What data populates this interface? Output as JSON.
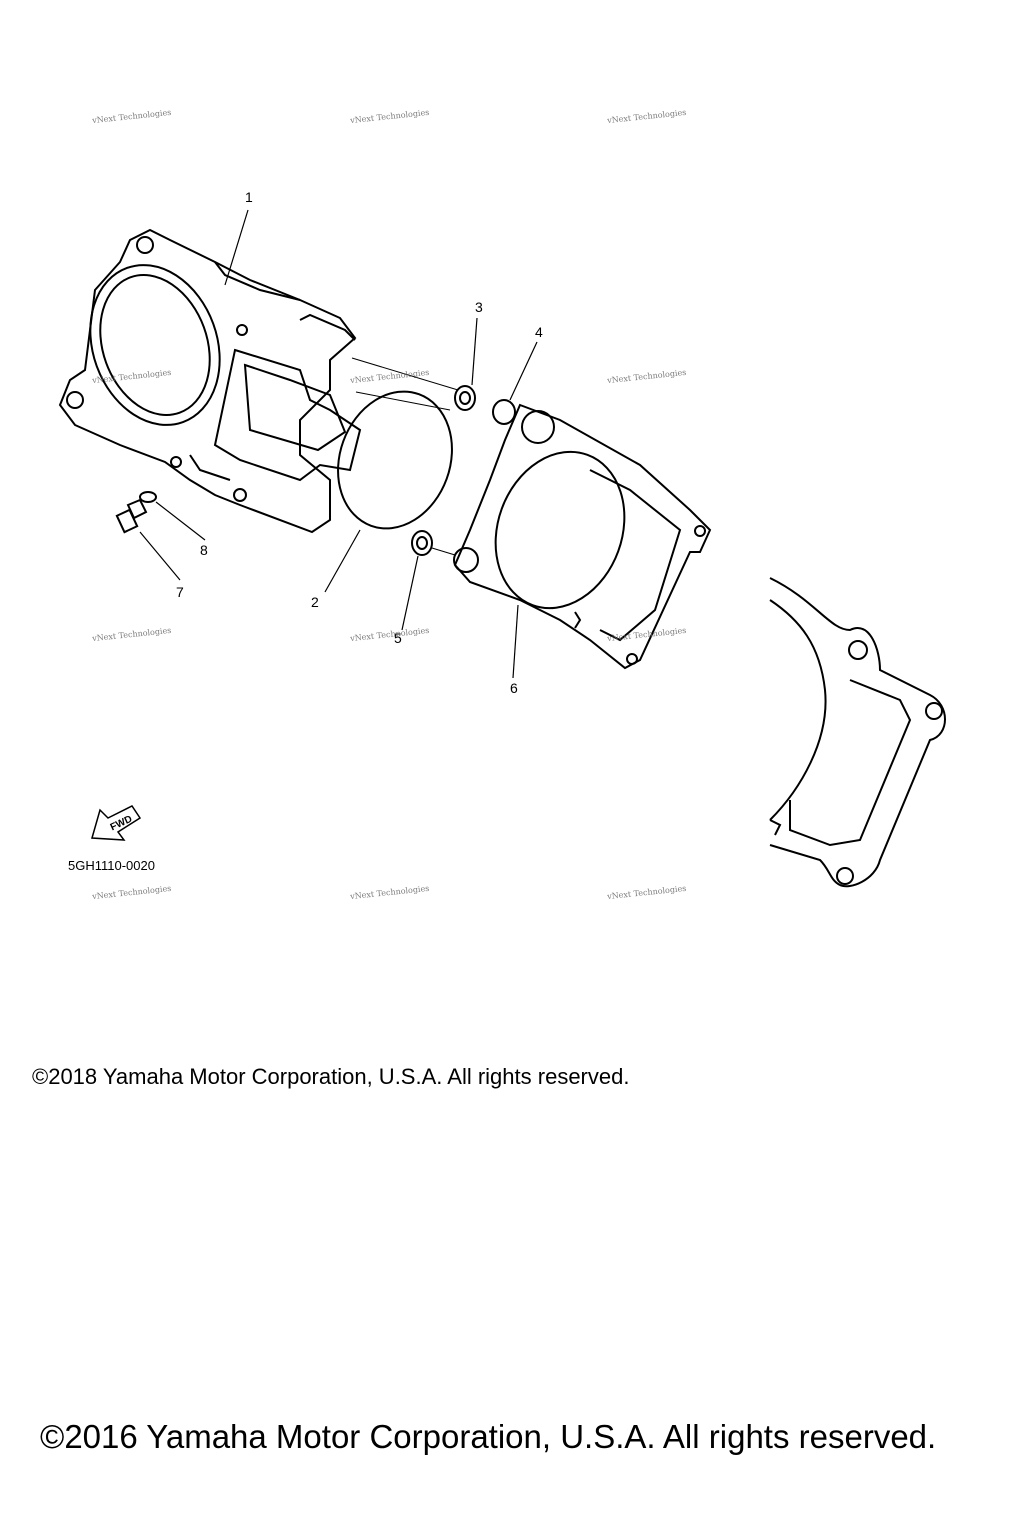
{
  "callouts": {
    "c1": "1",
    "c2": "2",
    "c3": "3",
    "c4": "4",
    "c5": "5",
    "c6": "6",
    "c7": "7",
    "c8": "8"
  },
  "fwd_label": "FWD",
  "part_code": "5GH1110-0020",
  "watermark": "vNext Technologies",
  "copyright_2018": "©2018 Yamaha Motor Corporation, U.S.A. All rights reserved.",
  "copyright_2016": "©2016 Yamaha Motor Corporation, U.S.A. All rights reserved."
}
